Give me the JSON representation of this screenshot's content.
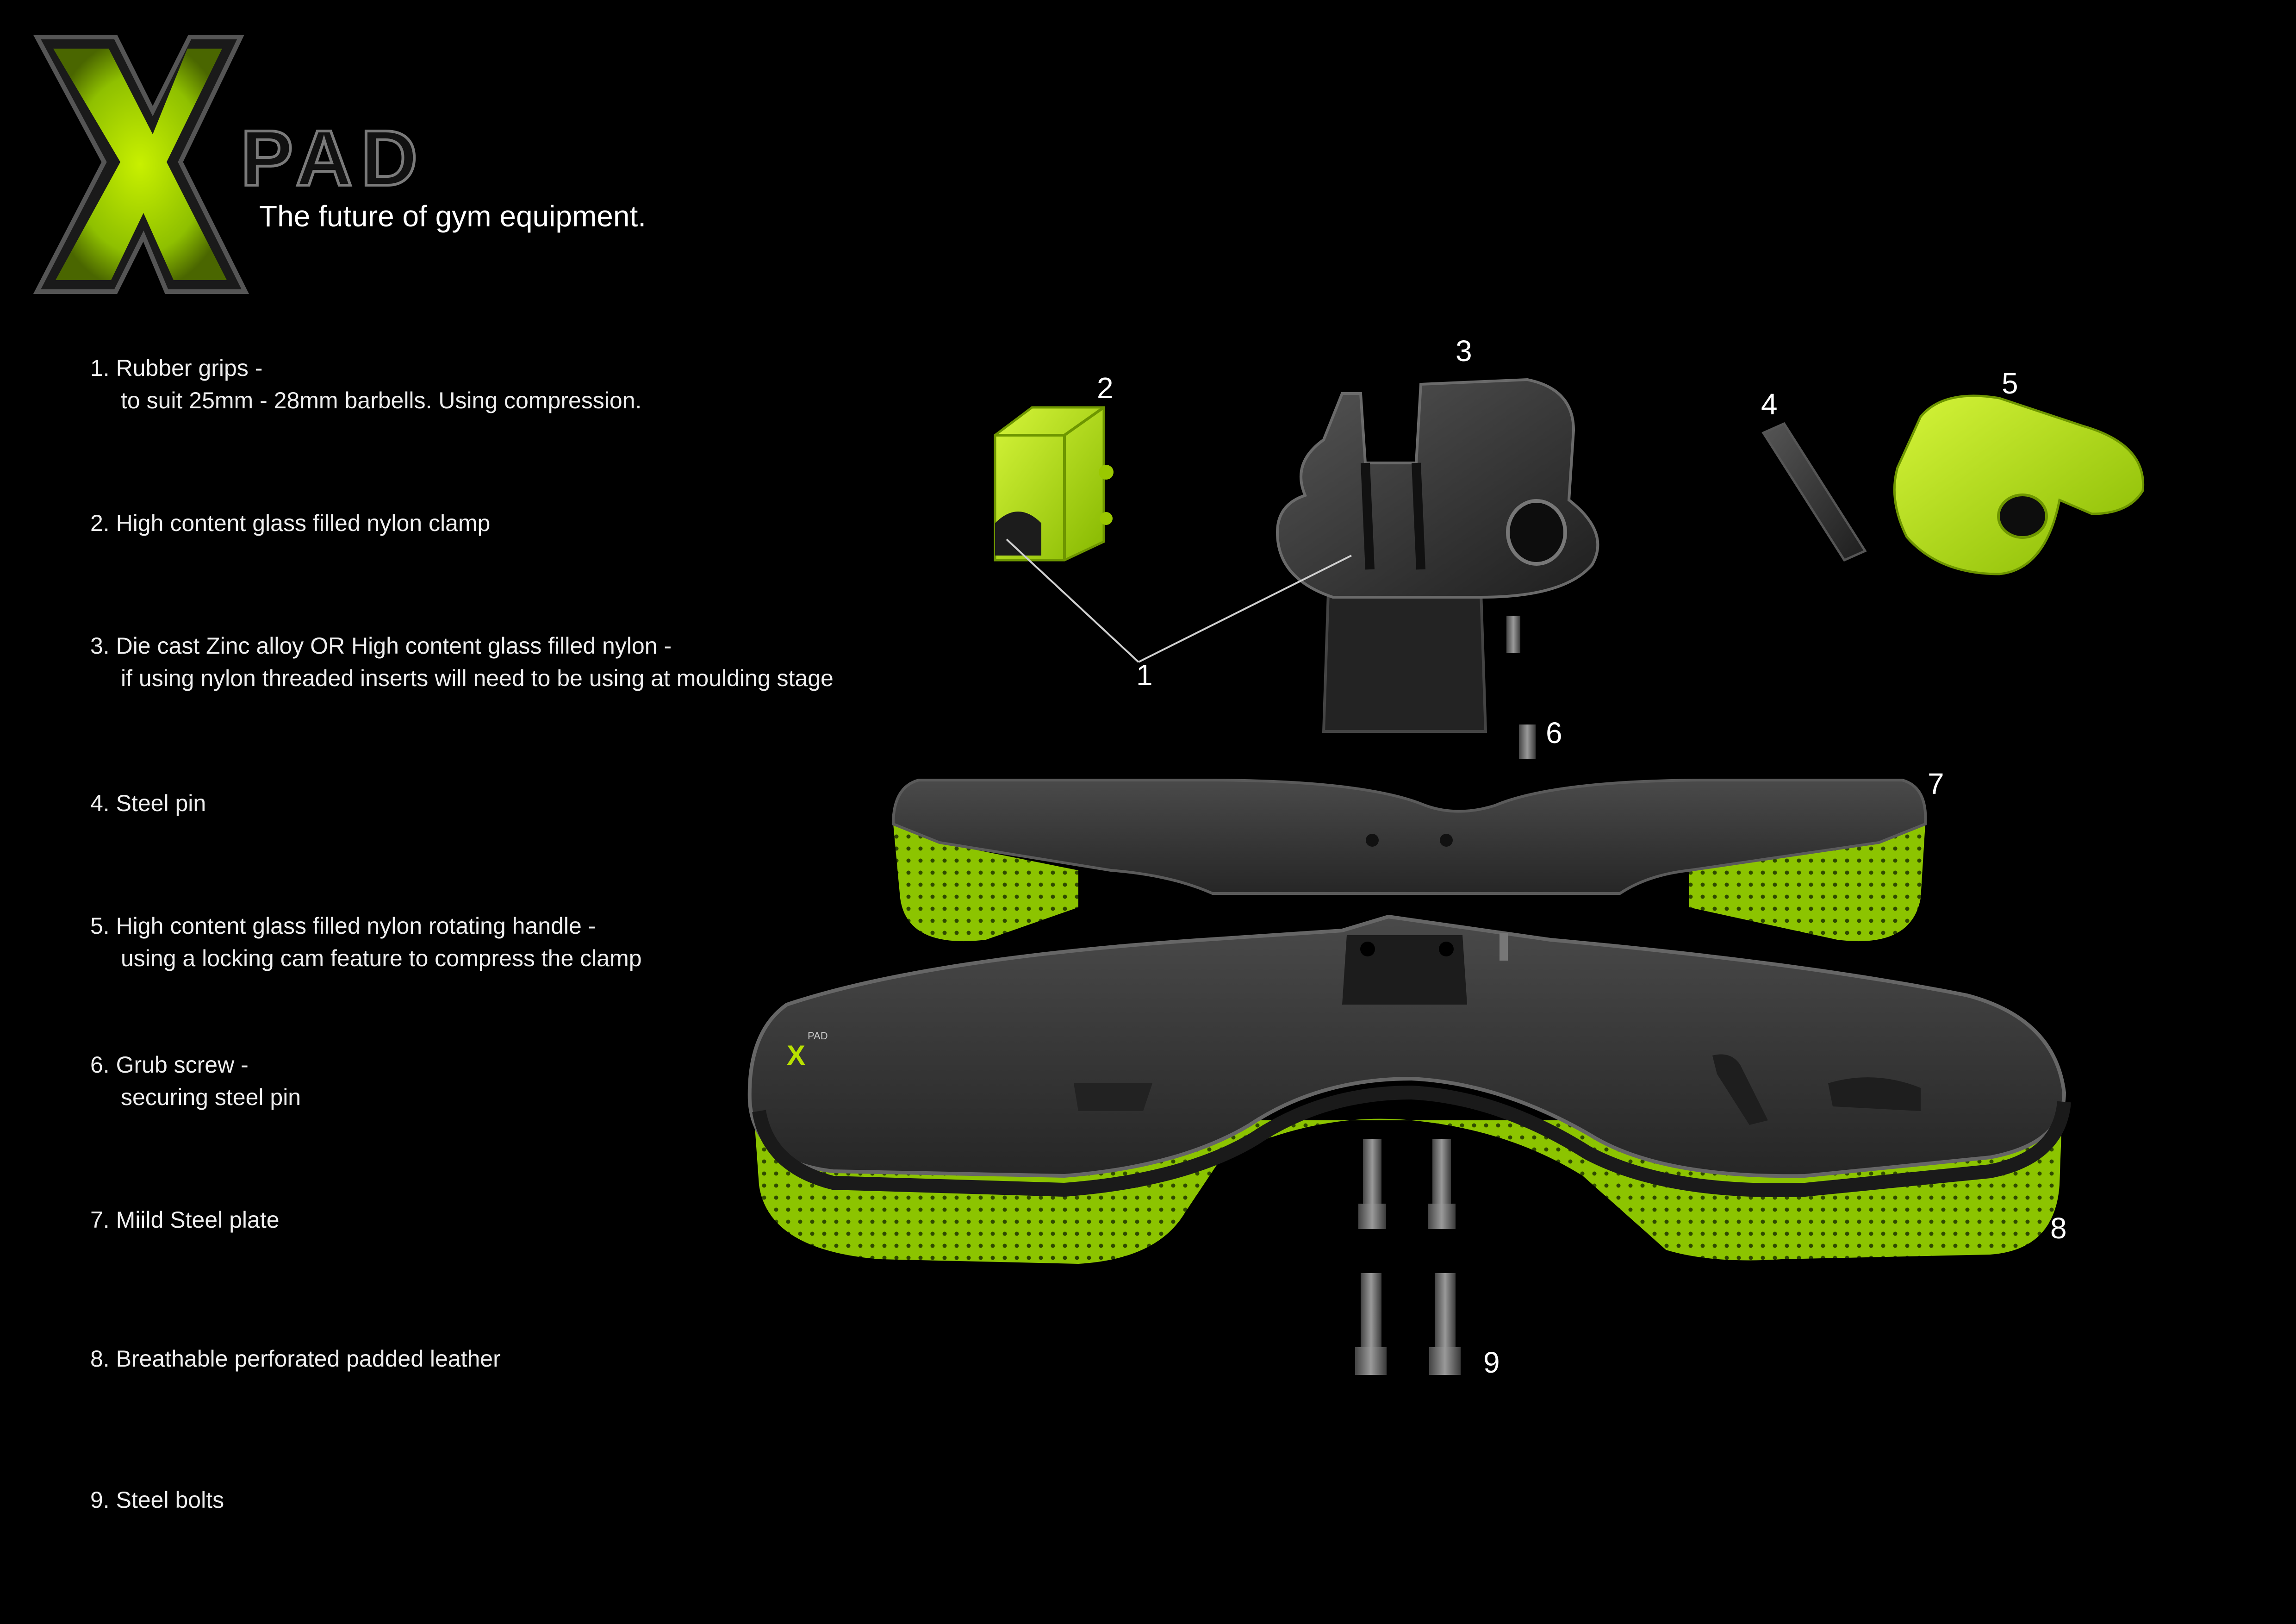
{
  "brand": {
    "logo_letter": "X",
    "logo_word": "PAD",
    "tagline": "The future of gym equipment.",
    "accent_color": "#9acd00",
    "background_color": "#000000"
  },
  "parts": [
    {
      "label": "1. Rubber grips -",
      "sub": "to suit 25mm - 28mm barbells. Using compression."
    },
    {
      "label": "2. High content glass filled nylon clamp",
      "sub": ""
    },
    {
      "label": "3. Die cast Zinc alloy OR High content glass filled nylon -",
      "sub": "if using nylon threaded inserts will need to be using at moulding stage"
    },
    {
      "label": "4. Steel pin",
      "sub": ""
    },
    {
      "label": "5. High content glass filled nylon rotating handle -",
      "sub": "using a locking cam feature to compress the clamp"
    },
    {
      "label": "6. Grub screw -",
      "sub": "securing steel pin"
    },
    {
      "label": "7. Miild Steel plate",
      "sub": ""
    },
    {
      "label": "8. Breathable perforated padded leather",
      "sub": ""
    },
    {
      "label": "9. Steel bolts",
      "sub": ""
    }
  ],
  "callouts": [
    "1",
    "2",
    "3",
    "4",
    "5",
    "6",
    "7",
    "8",
    "9"
  ],
  "mini_logo": "X",
  "mini_logo_word": "PAD"
}
